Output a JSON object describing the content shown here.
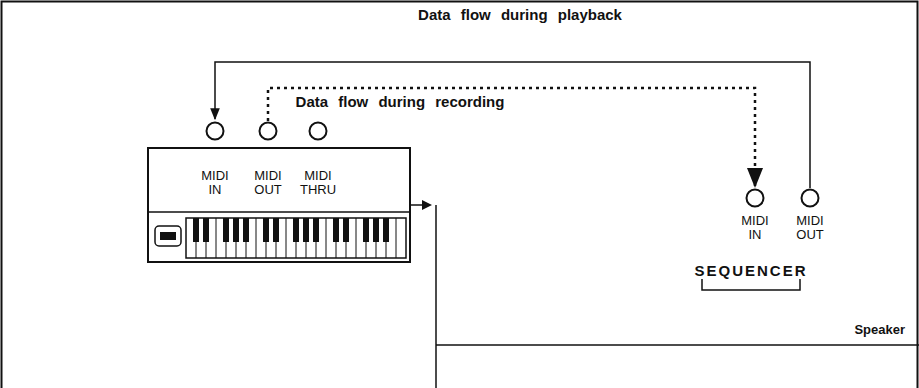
{
  "diagram": {
    "nodes": [
      {
        "text": [
          "MIDI IN"
        ]
      },
      {
        "text": [
          "MIDI OUT"
        ]
      },
      {
        "text": [
          "MIDI THRU"
        ]
      },
      {
        "text": [
          "MIDI IN"
        ]
      },
      {
        "text": [
          "MIDI OUT"
        ]
      }
    ],
    "edges": [
      {
        "from": 4,
        "to": 0,
        "label": "Data flow during playback",
        "arrow": "to"
      },
      {
        "from": 1,
        "to": 3,
        "label": "Data flow during recording",
        "arrow": "to"
      }
    ],
    "labels": [
      "SEQUENCER",
      "Speaker"
    ]
  }
}
